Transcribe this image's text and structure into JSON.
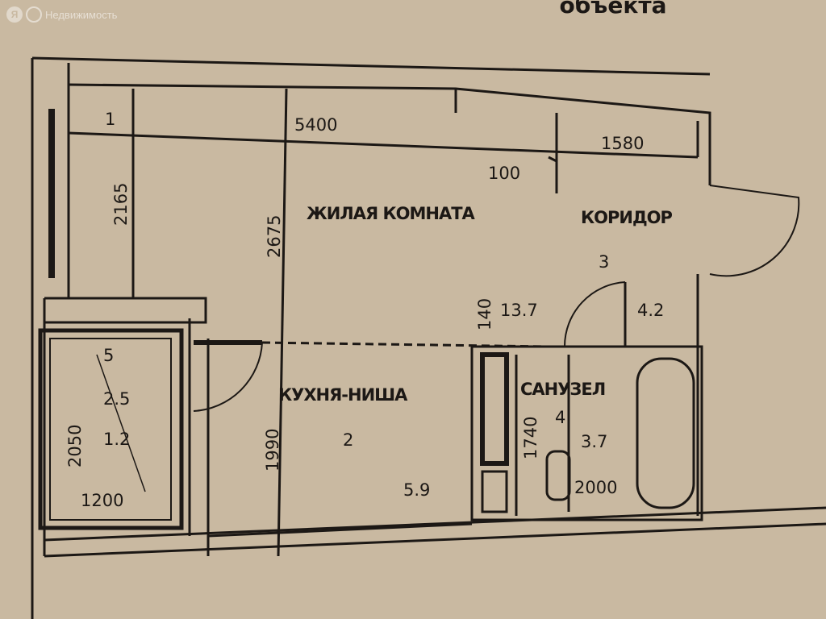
{
  "watermark": {
    "logo_letter": "Я",
    "text": "Недвижимость"
  },
  "header_fragment": "объекта",
  "rooms": {
    "living": {
      "name": "ЖИЛАЯ КОМНАТА",
      "number": "1",
      "area": "13.7"
    },
    "kitchen": {
      "name": "КУХНЯ-НИША",
      "number": "2",
      "area": "5.9"
    },
    "corridor": {
      "name": "КОРИДОР",
      "number": "3",
      "area": "4.2"
    },
    "bathroom": {
      "name": "САНУЗЕЛ",
      "number": "4",
      "area": "3.7"
    },
    "loggia": {
      "number": "5",
      "area": "2.5",
      "area2": "1.2"
    }
  },
  "dimensions": {
    "top_main": "5400",
    "top_corridor": "1580",
    "offset": "100",
    "left_upper": "2165",
    "living_height": "2675",
    "small": "140",
    "kitchen_height": "1990",
    "bath_height": "1740",
    "loggia_height": "2050",
    "loggia_width": "1200",
    "bath_width": "2000"
  },
  "colors": {
    "paper": "#c9b9a1",
    "ink": "#1c1815"
  }
}
